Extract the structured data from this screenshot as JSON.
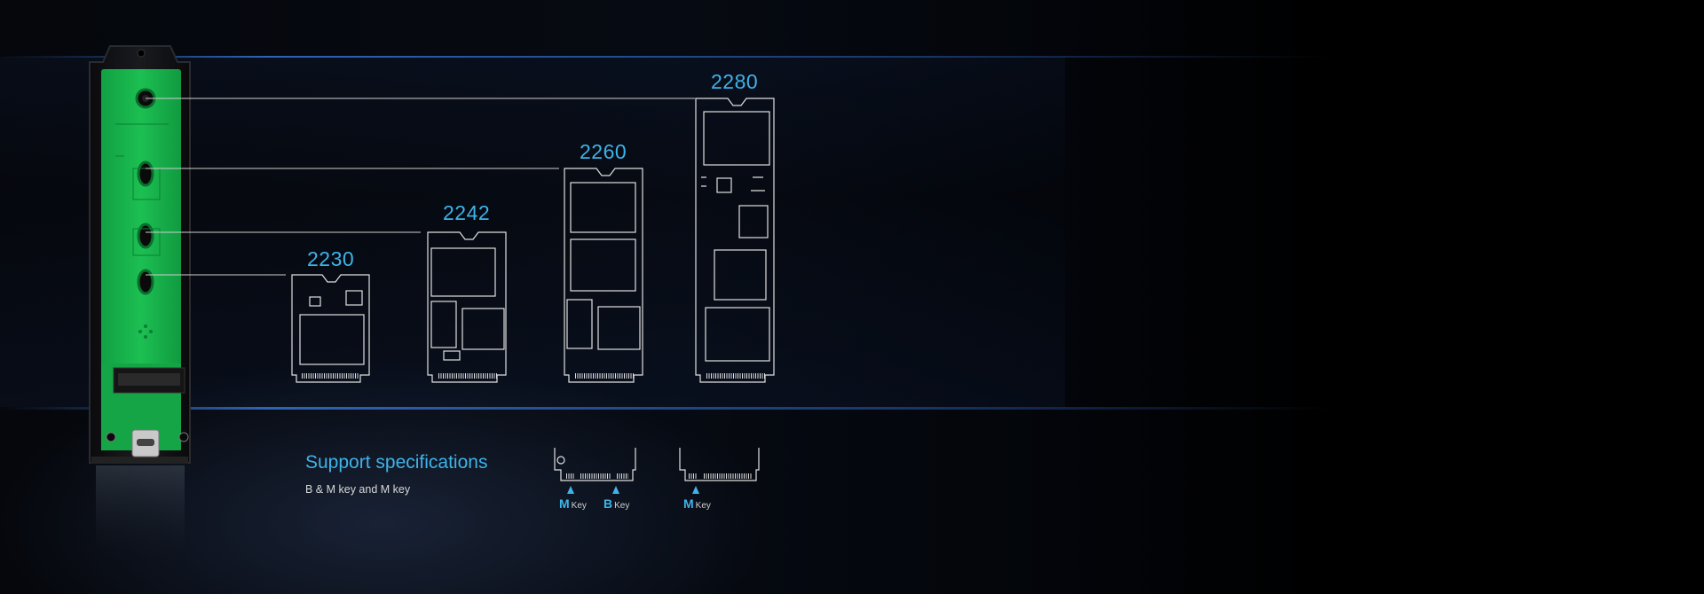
{
  "sizes": [
    {
      "label": "2230"
    },
    {
      "label": "2242"
    },
    {
      "label": "2260"
    },
    {
      "label": "2280"
    }
  ],
  "spec": {
    "title": "Support specifications",
    "subtitle": "B & M key and M key"
  },
  "keys": {
    "bm_left": "M",
    "bm_right": "B",
    "m_only": "M",
    "suffix": "Key"
  },
  "colors": {
    "accent": "#3fb3ea",
    "pcb_green": "#19b24a",
    "line": "#dcdcdc"
  },
  "icons": [
    "ssd-outline-icon",
    "key-notch-icon",
    "arrow-up-icon"
  ]
}
